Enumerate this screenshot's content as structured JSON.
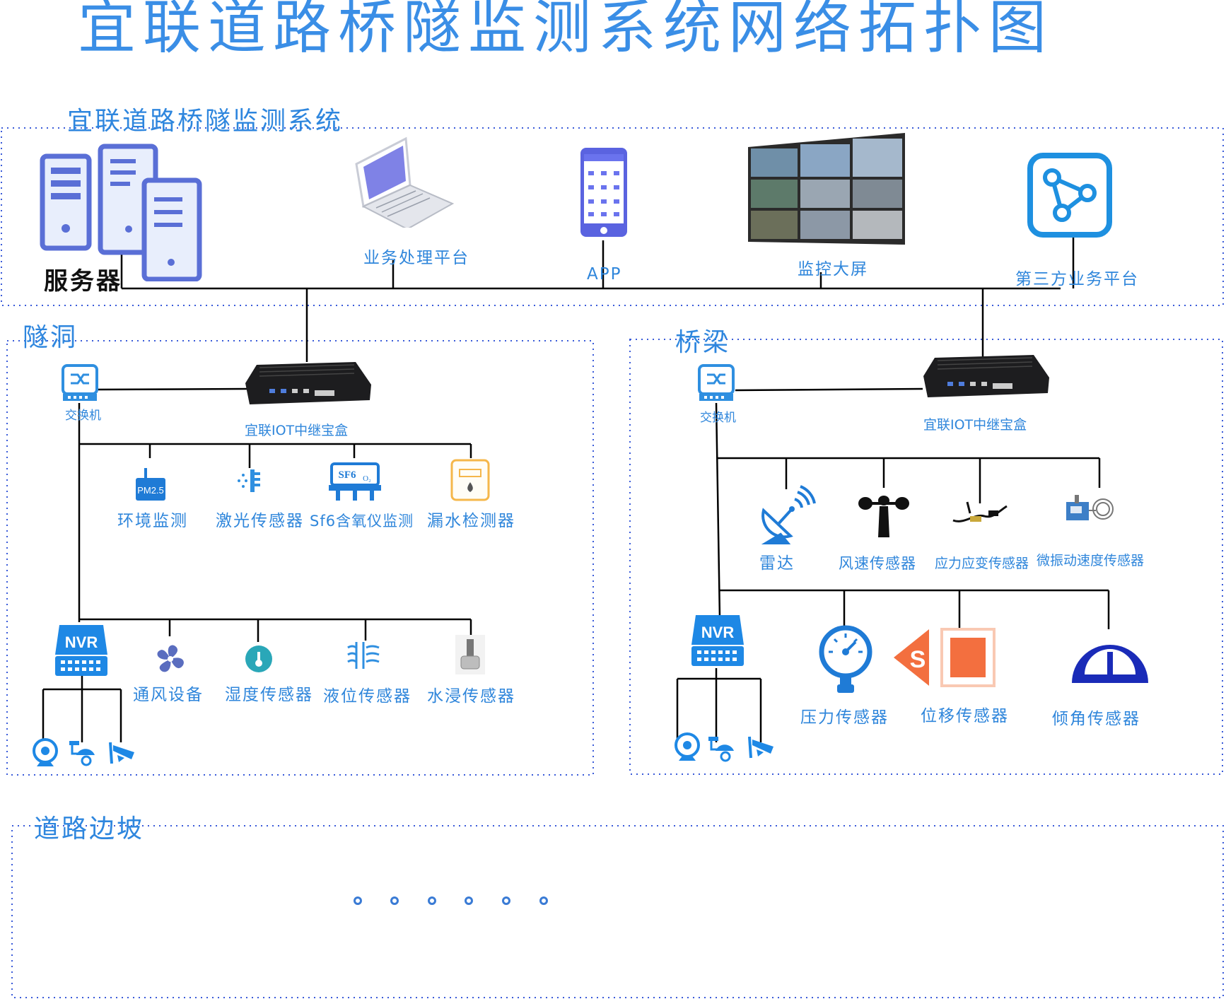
{
  "title": "宜联道路桥隧监测系统网络拓扑图",
  "sections": {
    "system": "宜联道路桥隧监测系统",
    "tunnel": "隧洞",
    "bridge": "桥梁",
    "slope": "道路边坡"
  },
  "top_devices": {
    "server": "服务器",
    "business": "业务处理平台",
    "app": "APP",
    "screen": "监控大屏",
    "third_party": "第三方业务平台"
  },
  "tunnel": {
    "switch": "交换机",
    "relay": "宜联IOT中继宝盒",
    "sensors_row1": [
      "环境监测",
      "激光传感器",
      "Sf6含氧仪监测",
      "漏水检测器"
    ],
    "sensors_row2": [
      "通风设备",
      "湿度传感器",
      "液位传感器",
      "水浸传感器"
    ],
    "nvr": "NVR",
    "pm_icon_text": "PM2.5",
    "sf6_icon_text": "SF6",
    "o2_icon_text": "O₂"
  },
  "bridge": {
    "switch": "交换机",
    "relay": "宜联IOT中继宝盒",
    "sensors_row1": [
      "雷达",
      "风速传感器",
      "应力应变传感器",
      "微振动速度传感器"
    ],
    "sensors_row2": [
      "压力传感器",
      "位移传感器",
      "倾角传感器"
    ],
    "nvr": "NVR",
    "displacement_icon_text": "S"
  },
  "colors": {
    "accent": "#2e86de",
    "title": "#3a8ee6",
    "server": "#5a6fd6",
    "nvr": "#1e88e5",
    "line": "#000000",
    "dashed": "#3a5bd9"
  }
}
